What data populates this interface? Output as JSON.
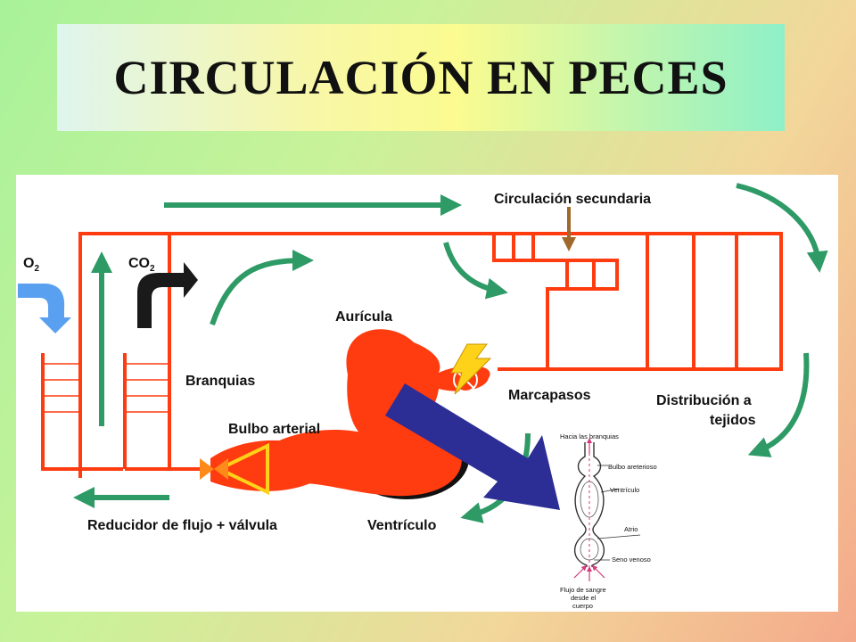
{
  "title": "CIRCULACIÓN EN PECES",
  "labels": {
    "o2": "O",
    "o2_sub": "2",
    "co2": "CO",
    "co2_sub": "2",
    "circulacion_secundaria": "Circulación secundaria",
    "auricula": "Aurícula",
    "branquias": "Branquias",
    "marcapasos": "Marcapasos",
    "distribucion_line1": "Distribución a",
    "distribucion_line2": "tejidos",
    "bulbo_arterial": "Bulbo arterial",
    "reductor": "Reducidor de flujo + válvula",
    "ventriculo": "Ventrículo"
  },
  "inset": {
    "top": "Hacia las branquias",
    "bulbo": "Bulbo areterioso",
    "ventriculo": "Ventrículo",
    "atrio": "Atrio",
    "seno": "Seno venoso",
    "bottom_line1": "Flujo de sangre",
    "bottom_line2": "desde el",
    "bottom_line3": "cuerpo"
  },
  "colors": {
    "vessel": "#ff3b10",
    "arrow_green": "#2e9a66",
    "o2_arrow": "#5aa0f0",
    "co2_arrow": "#1a1a1a",
    "big_arrow": "#2c2e96",
    "brown_arrow": "#a0682a",
    "pacemaker": "#ffd21a"
  }
}
